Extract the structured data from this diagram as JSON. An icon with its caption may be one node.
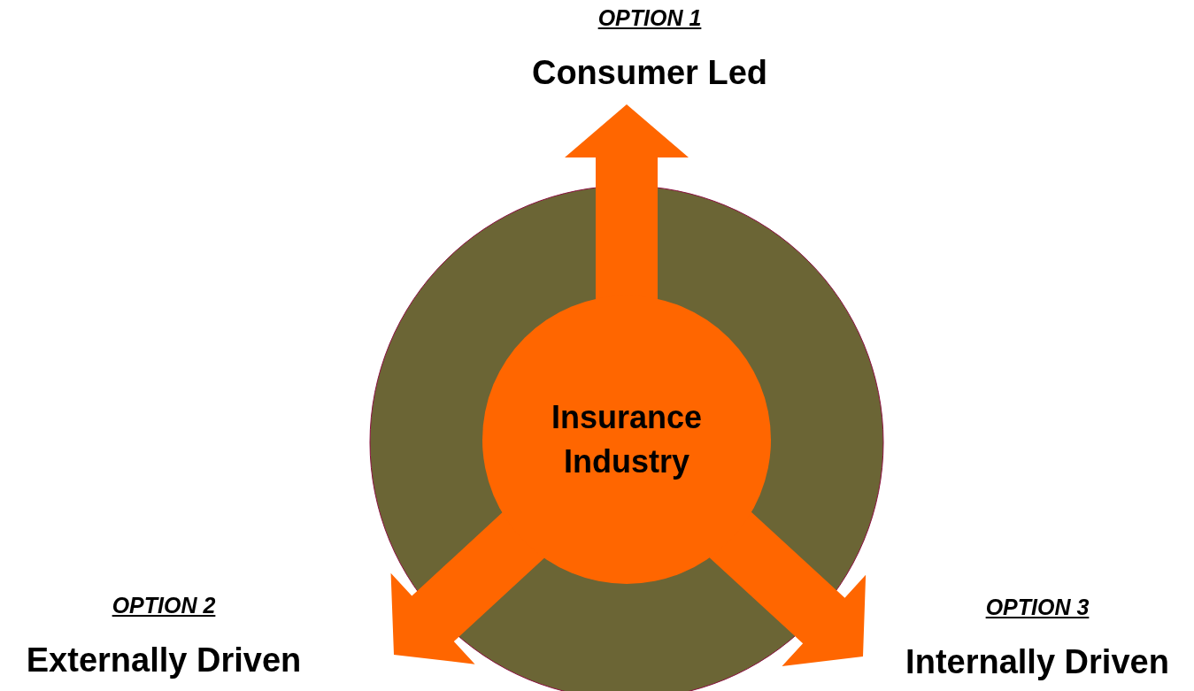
{
  "diagram": {
    "nodes": [
      {
        "text": [
          "Insurance Industry"
        ]
      },
      {
        "text": [
          "OPTION 1",
          "Consumer Led"
        ]
      },
      {
        "text": [
          "OPTION 2",
          "Externally Driven"
        ]
      },
      {
        "text": [
          "OPTION 3",
          "Internally Driven"
        ]
      }
    ],
    "edges": [
      {
        "from": 0,
        "to": 1,
        "arrow": "to",
        "style": "thick"
      },
      {
        "from": 0,
        "to": 2,
        "arrow": "to",
        "style": "thick"
      },
      {
        "from": 0,
        "to": 3,
        "arrow": "to",
        "style": "thick"
      }
    ]
  }
}
